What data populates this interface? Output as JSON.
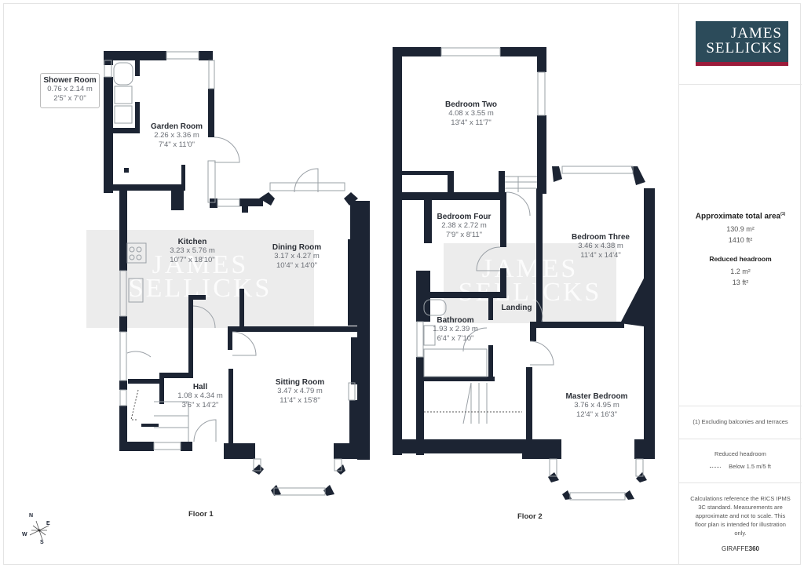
{
  "brand": {
    "logo_line1": "JAMES",
    "logo_line2": "SELLICKS",
    "colors": {
      "logo_bg": "#2c4b5a",
      "logo_bar": "#9b1b3a",
      "wall": "#1c2433"
    }
  },
  "summary": {
    "total_area_title": "Approximate total area",
    "total_area_footnote_mark": "(1)",
    "total_area_m2": "130.9 m²",
    "total_area_ft2": "1410 ft²",
    "reduced_headroom_title": "Reduced headroom",
    "reduced_headroom_m2": "1.2 m²",
    "reduced_headroom_ft2": "13 ft²"
  },
  "footnote": "(1) Excluding balconies and terraces",
  "legend": {
    "title": "Reduced headroom",
    "item": "Below 1.5 m/5 ft"
  },
  "disclaimer": "Calculations reference the RICS IPMS 3C standard. Measurements are approximate and not to scale. This floor plan is intended for illustration only.",
  "credit": {
    "prefix": "GIRAFFE",
    "suffix": "360"
  },
  "floors": [
    {
      "label": "Floor 1",
      "rooms": [
        {
          "name": "Shower Room",
          "metric": "0.76 x 2.14 m",
          "imperial": "2'5\" x 7'0\""
        },
        {
          "name": "Garden Room",
          "metric": "2.26 x 3.36 m",
          "imperial": "7'4\" x 11'0\""
        },
        {
          "name": "Kitchen",
          "metric": "3.23 x 5.76 m",
          "imperial": "10'7\" x 18'10\""
        },
        {
          "name": "Dining Room",
          "metric": "3.17 x 4.27 m",
          "imperial": "10'4\" x 14'0\""
        },
        {
          "name": "Hall",
          "metric": "1.08 x 4.34 m",
          "imperial": "3'6\" x 14'2\""
        },
        {
          "name": "Sitting Room",
          "metric": "3.47 x 4.79 m",
          "imperial": "11'4\" x 15'8\""
        }
      ]
    },
    {
      "label": "Floor 2",
      "rooms": [
        {
          "name": "Bedroom Two",
          "metric": "4.08 x 3.55 m",
          "imperial": "13'4\" x 11'7\""
        },
        {
          "name": "Bedroom Four",
          "metric": "2.38 x 2.72 m",
          "imperial": "7'9\" x 8'11\""
        },
        {
          "name": "Bedroom Three",
          "metric": "3.46 x 4.38 m",
          "imperial": "11'4\" x 14'4\""
        },
        {
          "name": "Landing",
          "metric": "",
          "imperial": ""
        },
        {
          "name": "Bathroom",
          "metric": "1.93 x 2.39 m",
          "imperial": "6'4\" x 7'10\""
        },
        {
          "name": "Master Bedroom",
          "metric": "3.76 x 4.95 m",
          "imperial": "12'4\" x 16'3\""
        }
      ]
    }
  ],
  "compass": {
    "n": "N",
    "e": "E",
    "s": "S",
    "w": "W"
  },
  "watermark": {
    "line1": "JAMES",
    "line2": "SELLICKS"
  }
}
